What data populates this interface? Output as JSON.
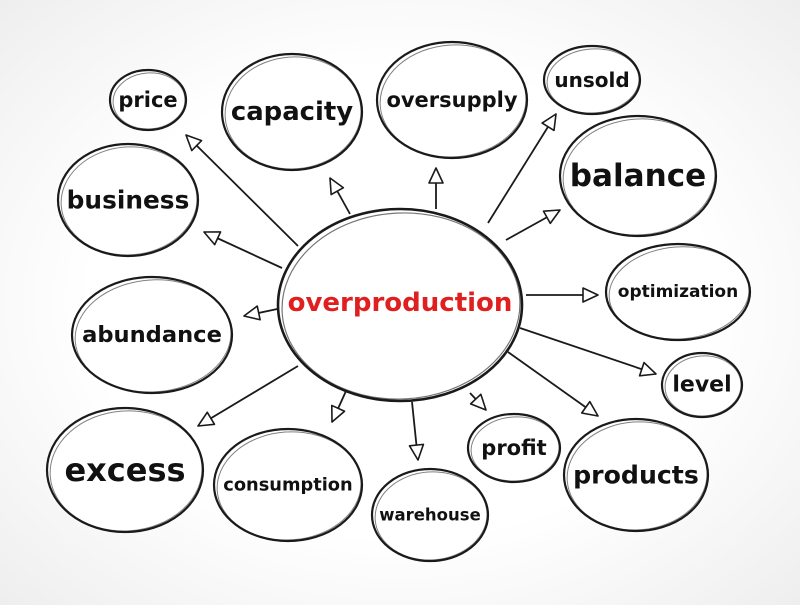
{
  "center": {
    "label": "overproduction",
    "color": "#e02020"
  },
  "nodes": [
    {
      "id": "price",
      "label": "price"
    },
    {
      "id": "capacity",
      "label": "capacity"
    },
    {
      "id": "oversupply",
      "label": "oversupply"
    },
    {
      "id": "unsold",
      "label": "unsold"
    },
    {
      "id": "business",
      "label": "business"
    },
    {
      "id": "balance",
      "label": "balance"
    },
    {
      "id": "optimization",
      "label": "optimization"
    },
    {
      "id": "abundance",
      "label": "abundance"
    },
    {
      "id": "level",
      "label": "level"
    },
    {
      "id": "excess",
      "label": "excess"
    },
    {
      "id": "consumption",
      "label": "consumption"
    },
    {
      "id": "warehouse",
      "label": "warehouse"
    },
    {
      "id": "profit",
      "label": "profit"
    },
    {
      "id": "products",
      "label": "products"
    }
  ]
}
